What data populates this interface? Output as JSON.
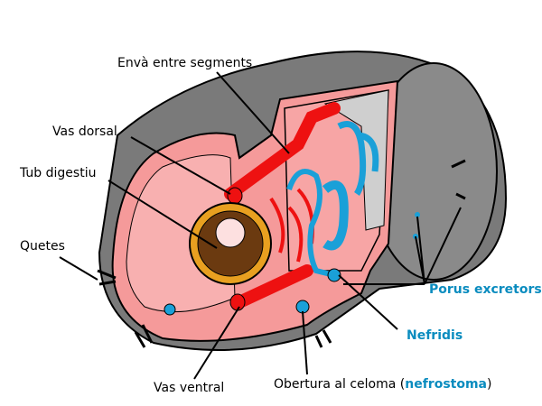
{
  "labels": {
    "septum": "Envà entre segments",
    "dorsal_vessel": "Vas dorsal",
    "gut": "Tub digestiu",
    "setae": "Quetes",
    "ventral_vessel": "Vas ventral",
    "coelom_opening": "Obertura al celoma (",
    "nephrostome": "nefrostoma",
    "close_paren": ")",
    "pores": "Porus excretors",
    "nephridia": "Nefridis"
  },
  "colors": {
    "body": "#f59a9a",
    "skin": "#777777",
    "vessel": "#ee1111",
    "nephridia": "#1aa0d8",
    "gut": "#6b3a10",
    "label_blue": "#0a8cbf"
  }
}
